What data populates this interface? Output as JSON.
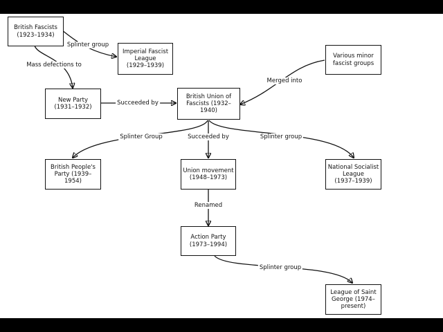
{
  "nodes": {
    "british_fascists": "British Fascists\n(1923–1934)",
    "imperial_fascist_league": "Imperial Fascist\nLeague\n(1929–1939)",
    "new_party": "New Party\n(1931–1932)",
    "buf": "British Union of\nFascists (1932–1940)",
    "minor_groups": "Various minor\nfascist groups",
    "british_peoples_party": "British People's\nParty (1939–1954)",
    "union_movement": "Union movement\n(1948–1973)",
    "nsl": "National Socialist\nLeague\n(1937–1939)",
    "action_party": "Action Party\n(1973–1994)",
    "league_saint_george": "League of Saint\nGeorge (1974–\npresent)"
  },
  "edges": {
    "bf_to_ifl": "Splinter group",
    "bf_to_np": "Mass defections to",
    "np_to_buf": "Succeeded by",
    "minor_to_buf": "Merged into",
    "buf_to_bpp": "Splinter Group",
    "buf_to_um": "Succeeded by",
    "buf_to_nsl": "Splinter group",
    "um_to_ap": "Renamed",
    "ap_to_lsg": "Splinter group"
  }
}
